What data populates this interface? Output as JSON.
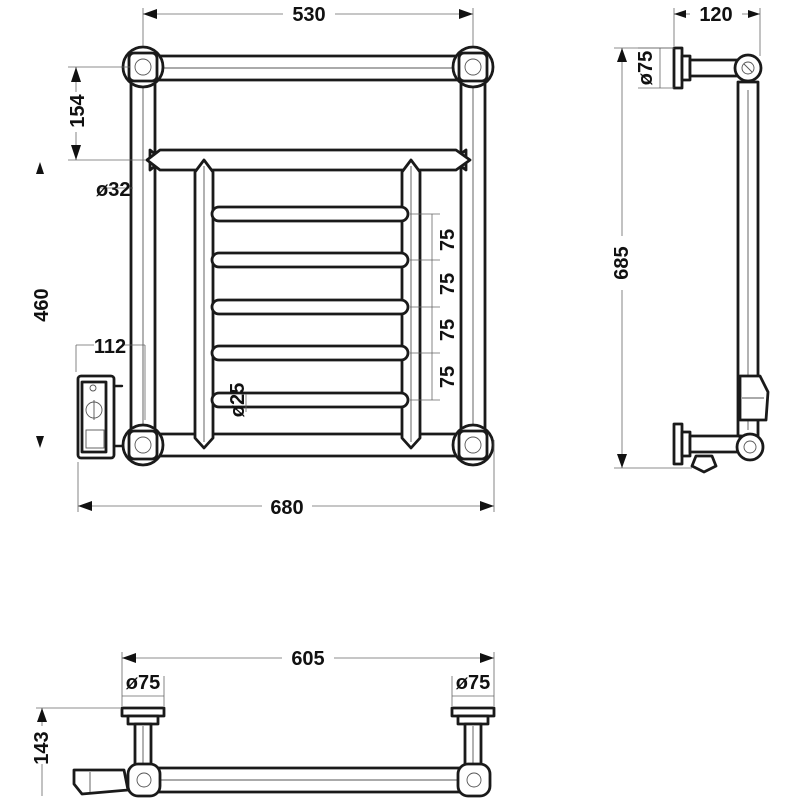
{
  "front_view": {
    "top_width": "530",
    "top_offset": "154",
    "pipe_diameter": "ø32",
    "rail_spacing": [
      "75",
      "75",
      "75",
      "75"
    ],
    "rail_diameter": "ø25",
    "inner_height": "460",
    "valve_offset": "112",
    "overall_width": "680"
  },
  "side_view": {
    "depth": "120",
    "flange_diameter": "ø75",
    "overall_height": "685"
  },
  "top_view": {
    "overall_width": "605",
    "flange_left": "ø75",
    "flange_right": "ø75",
    "projection": "143"
  }
}
